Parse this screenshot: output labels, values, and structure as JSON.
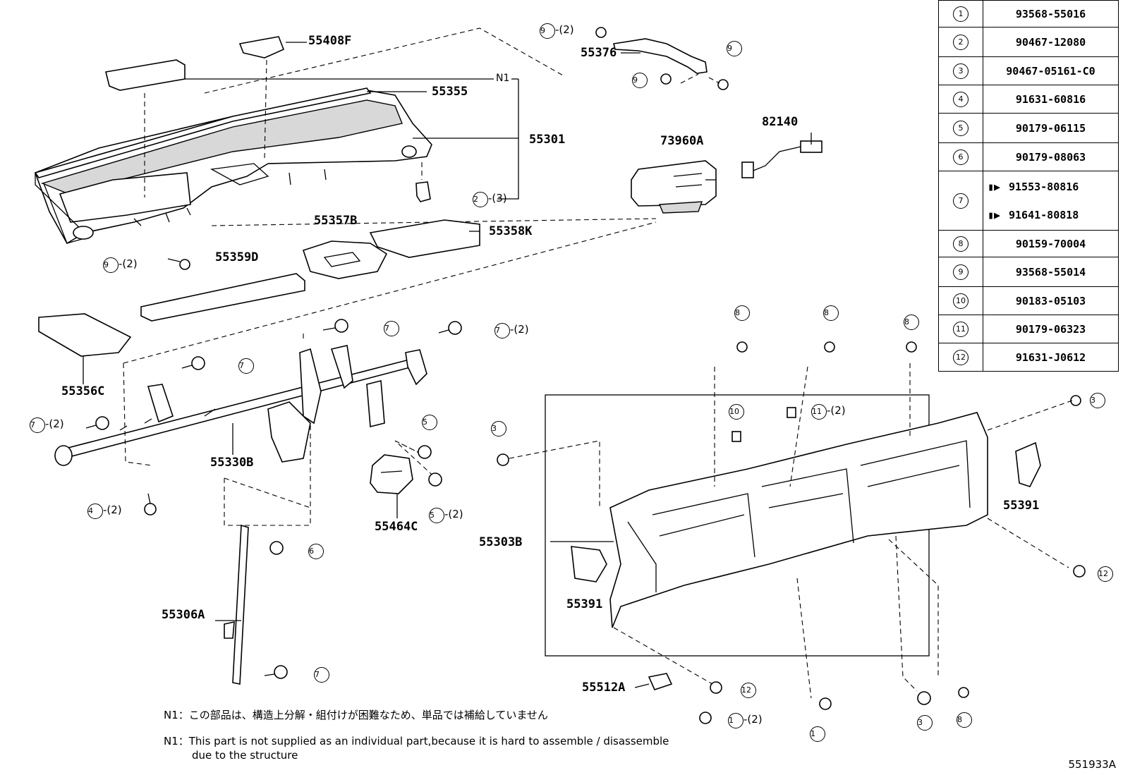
{
  "labels": {
    "p55408F": "55408F",
    "n1": "N1",
    "p55355": "55355",
    "p55301": "55301",
    "p55376": "55376",
    "p73960A": "73960A",
    "p82140": "82140",
    "p55357B": "55357B",
    "p55358K": "55358K",
    "p55359D": "55359D",
    "p55356C": "55356C",
    "p55330B": "55330B",
    "p55464C": "55464C",
    "p55303B": "55303B",
    "p55306A": "55306A",
    "p55391a": "55391",
    "p55391b": "55391",
    "p55512A": "55512A"
  },
  "callouts": {
    "c9_2_top": {
      "num": "9",
      "suffix": "-(2)"
    },
    "c9_right": {
      "num": "9"
    },
    "c9_mid": {
      "num": "9"
    },
    "c2_3": {
      "num": "2",
      "suffix": "-(3)"
    },
    "c9_2_left": {
      "num": "9",
      "suffix": "-(2)"
    },
    "c7_a": {
      "num": "7"
    },
    "c7_2_a": {
      "num": "7",
      "suffix": "-(2)"
    },
    "c7_b": {
      "num": "7"
    },
    "c7_2_b": {
      "num": "7",
      "suffix": "-(2)"
    },
    "c4_2": {
      "num": "4",
      "suffix": "-(2)"
    },
    "c5_a": {
      "num": "5"
    },
    "c5_2": {
      "num": "5",
      "suffix": "-(2)"
    },
    "c3_a": {
      "num": "3"
    },
    "c3_b": {
      "num": "3"
    },
    "c3_c": {
      "num": "3"
    },
    "c6": {
      "num": "6"
    },
    "c7_c": {
      "num": "7"
    },
    "c8_a": {
      "num": "8"
    },
    "c8_b": {
      "num": "8"
    },
    "c8_c": {
      "num": "8"
    },
    "c8_d": {
      "num": "8"
    },
    "c10": {
      "num": "10"
    },
    "c11_2": {
      "num": "11",
      "suffix": "-(2)"
    },
    "c12_a": {
      "num": "12"
    },
    "c12_b": {
      "num": "12"
    },
    "c1_2": {
      "num": "1",
      "suffix": "-(2)"
    },
    "c1": {
      "num": "1"
    }
  },
  "parts_table": [
    {
      "key": "1",
      "parts": [
        "93568-55016"
      ]
    },
    {
      "key": "2",
      "parts": [
        "90467-12080"
      ]
    },
    {
      "key": "3",
      "parts": [
        "90467-05161-C0"
      ]
    },
    {
      "key": "4",
      "parts": [
        "91631-60816"
      ]
    },
    {
      "key": "5",
      "parts": [
        "90179-06115"
      ]
    },
    {
      "key": "6",
      "parts": [
        "90179-08063"
      ]
    },
    {
      "key": "7",
      "parts": [
        "91553-80816",
        "91641-80818"
      ]
    },
    {
      "key": "8",
      "parts": [
        "90159-70004"
      ]
    },
    {
      "key": "9",
      "parts": [
        "93568-55014"
      ]
    },
    {
      "key": "10",
      "parts": [
        "90183-05103"
      ]
    },
    {
      "key": "11",
      "parts": [
        "90179-06323"
      ]
    },
    {
      "key": "12",
      "parts": [
        "91631-J0612"
      ]
    }
  ],
  "notes": {
    "jp_prefix": "N1：",
    "jp": "この部品は、構造上分解・組付けが困難なため、単品では補給していません",
    "en_prefix": "N1：",
    "en_line1": "This part is not supplied as an individual part,because it is hard to assemble / disassemble",
    "en_line2": "due to the structure"
  },
  "figure_id": "551933A"
}
